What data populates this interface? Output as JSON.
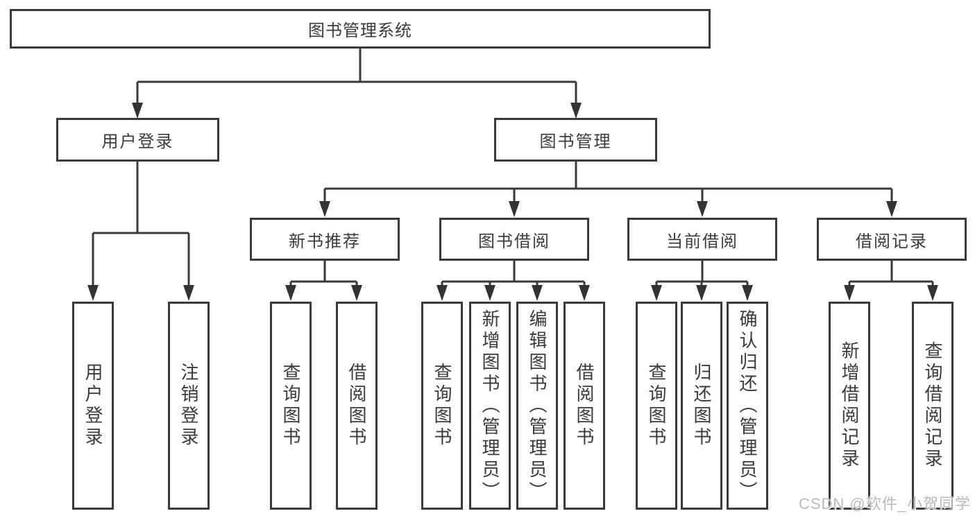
{
  "tree": {
    "root": "图书管理系统",
    "branches": [
      {
        "label": "用户登录",
        "children": [
          "用户登录",
          "注销登录"
        ]
      },
      {
        "label": "图书管理",
        "sections": [
          {
            "label": "新书推荐",
            "children": [
              "查询图书",
              "借阅图书"
            ]
          },
          {
            "label": "图书借阅",
            "children": [
              "查询图书",
              "新增图书（管理员）",
              "编辑图书（管理员）",
              "借阅图书"
            ]
          },
          {
            "label": "当前借阅",
            "children": [
              "查询图书",
              "归还图书",
              "确认归还（管理员）"
            ]
          },
          {
            "label": "借阅记录",
            "children": [
              "新增借阅记录",
              "查询借阅记录"
            ]
          }
        ]
      }
    ]
  },
  "watermark": {
    "text": "CSDN @软件_小贺同学"
  },
  "colors": {
    "line": "#3a3a3a",
    "box_border": "#3a3a3a",
    "text": "#3a3a3a",
    "watermark": "#b9b9b9",
    "background": "#ffffff"
  }
}
